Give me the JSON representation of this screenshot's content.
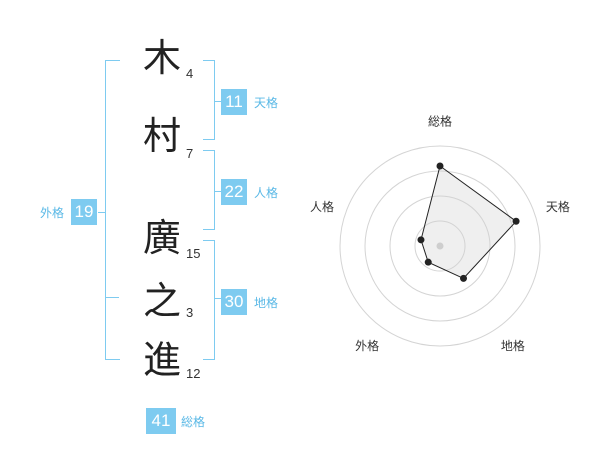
{
  "name": {
    "chars": [
      {
        "char": "木",
        "strokes": "4"
      },
      {
        "char": "村",
        "strokes": "7"
      },
      {
        "char": "廣",
        "strokes": "15"
      },
      {
        "char": "之",
        "strokes": "3"
      },
      {
        "char": "進",
        "strokes": "12"
      }
    ]
  },
  "fortunes": {
    "tenkaku": {
      "value": "11",
      "label": "天格"
    },
    "jinkaku": {
      "value": "22",
      "label": "人格"
    },
    "chikaku": {
      "value": "30",
      "label": "地格"
    },
    "gaikaku": {
      "value": "19",
      "label": "外格"
    },
    "soukaku": {
      "value": "41",
      "label": "総格"
    }
  },
  "colors": {
    "accent": "#7ecbf0",
    "label": "#59b8e6",
    "text": "#222222"
  },
  "chart_data": {
    "type": "radar",
    "axes": [
      "総格",
      "天格",
      "地格",
      "外格",
      "人格"
    ],
    "values": [
      4,
      4,
      2,
      1,
      1
    ],
    "max": 5,
    "rings": 4
  }
}
